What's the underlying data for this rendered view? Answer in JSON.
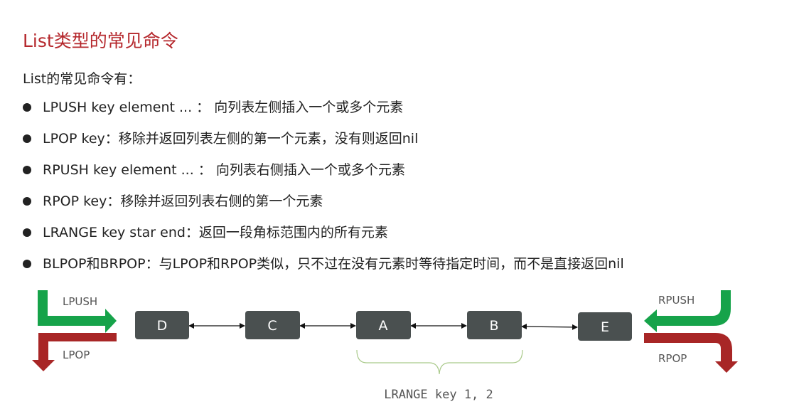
{
  "title": "List类型的常见命令",
  "intro": "List的常见命令有：",
  "commands": [
    "LPUSH key  element ... ： 向列表左侧插入一个或多个元素",
    "LPOP key：移除并返回列表左侧的第一个元素，没有则返回nil",
    "RPUSH key  element ... ： 向列表右侧插入一个或多个元素",
    "RPOP key：移除并返回列表右侧的第一个元素",
    "LRANGE key star end：返回一段角标范围内的所有元素",
    "BLPOP和BRPOP：与LPOP和RPOP类似，只不过在没有元素时等待指定时间，而不是直接返回nil"
  ],
  "diagram": {
    "nodes": [
      "D",
      "C",
      "A",
      "B",
      "E"
    ],
    "labels": {
      "lpush": "LPUSH",
      "lpop": "LPOP",
      "rpush": "RPUSH",
      "rpop": "RPOP",
      "range": "LRANGE key 1, 2"
    },
    "colors": {
      "push": "#16a34a",
      "pop": "#a82626",
      "node": "#4a5050",
      "brace": "#a9c98a"
    }
  }
}
